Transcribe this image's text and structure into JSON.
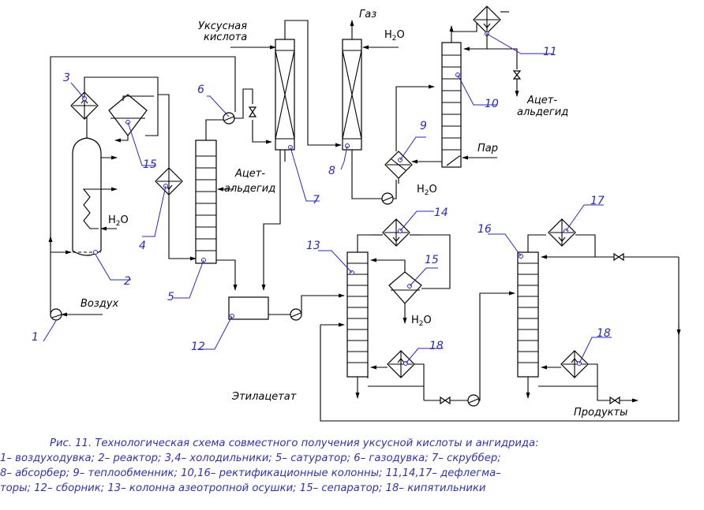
{
  "labels": {
    "acetic_acid_1": "Уксусная",
    "acetic_acid_2": "кислота",
    "gas": "Газ",
    "water_8": "H",
    "water_8_sub": "2",
    "water_8_end": "O",
    "acetaldehyde_top_1": "Ацет-",
    "acetaldehyde_top_2": "альдегид",
    "steam": "Пар",
    "water_9": "H",
    "water_9_sub": "2",
    "water_9_end": "O",
    "acetaldehyde_mid_1": "Ацет-",
    "acetaldehyde_mid_2": "альдегид",
    "water_2": "H",
    "water_2_sub": "2",
    "water_2_end": "O",
    "air": "Воздух",
    "water_13": "H",
    "water_13_sub": "2",
    "water_13_end": "O",
    "ethyl_acetate": "Этилацетат",
    "products": "Продукты"
  },
  "tags": {
    "t1": "1",
    "t2": "2",
    "t3": "3",
    "t4": "4",
    "t5": "5",
    "t6": "6",
    "t7": "7",
    "t8": "8",
    "t9": "9",
    "t10": "10",
    "t11": "11",
    "t12": "12",
    "t13": "13",
    "t14": "14",
    "t15a": "15",
    "t15b": "15",
    "t16": "16",
    "t17": "17",
    "t18a": "18",
    "t18b": "18"
  },
  "caption": {
    "line1": "Рис. 11.  Технологическая схема совместного получения уксусной кислоты и ангидрида:",
    "line2": "1– воздуходувка; 2– реактор; 3,4– холодильники; 5– сатуратор; 6– газодувка; 7– скруббер;",
    "line3": "8– абсорбер; 9– теплообменник; 10,16– ректификационные колонны; 11,14,17– дефлегма–",
    "line4": "торы; 12– сборник; 13– колонна азеотропной осушки; 15– сепаратор; 18– кипятильники"
  }
}
